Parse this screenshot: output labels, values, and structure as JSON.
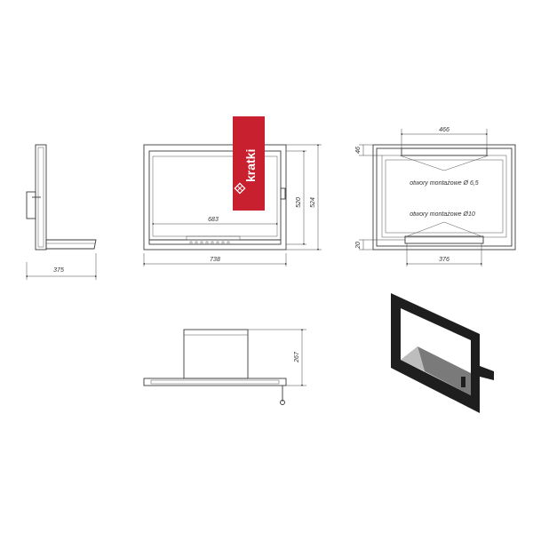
{
  "brand": {
    "logo_text": "kratki",
    "logo_color": "#c8202f"
  },
  "dimensions": {
    "side_depth": "375",
    "front_width": "738",
    "front_inner_width": "683",
    "front_height": "524",
    "front_inner_height": "520",
    "mount_top_spacing": "466",
    "mount_bottom_spacing": "376",
    "mount_top_offset": "46",
    "mount_bottom_offset": "20",
    "top_view_depth": "267"
  },
  "notes": {
    "mount_holes_small": "otwory montażowe Ø 6,5",
    "mount_holes_large": "otwory montażowe Ø10"
  }
}
